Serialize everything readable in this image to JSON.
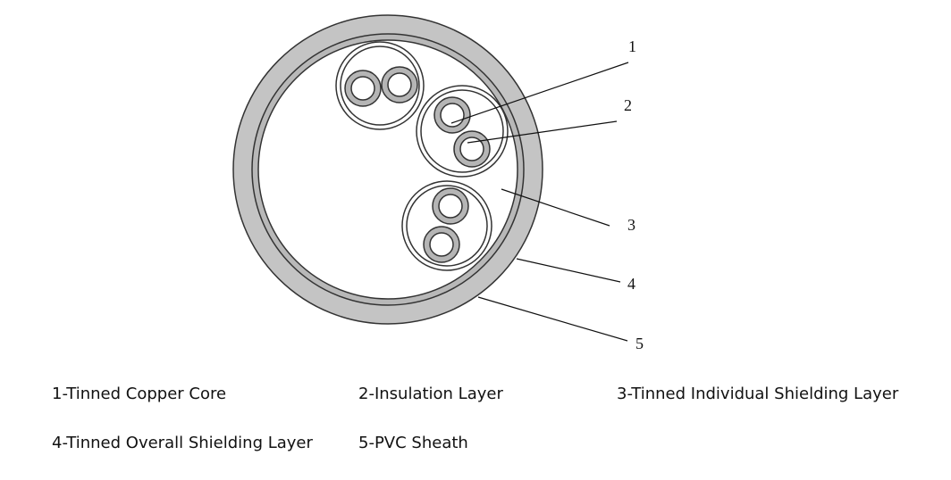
{
  "callouts": [
    "1",
    "2",
    "3",
    "4",
    "5"
  ],
  "legend": [
    "1-Tinned Copper Core",
    "2-Insulation Layer",
    "3-Tinned Individual Shielding Layer",
    "4-Tinned Overall Shielding Layer",
    "5-PVC Sheath"
  ],
  "colors": {
    "sheath_fill": "#c4c4c4",
    "insulation_fill": "#b5b5b5",
    "outline": "#333333",
    "background": "#ffffff"
  }
}
